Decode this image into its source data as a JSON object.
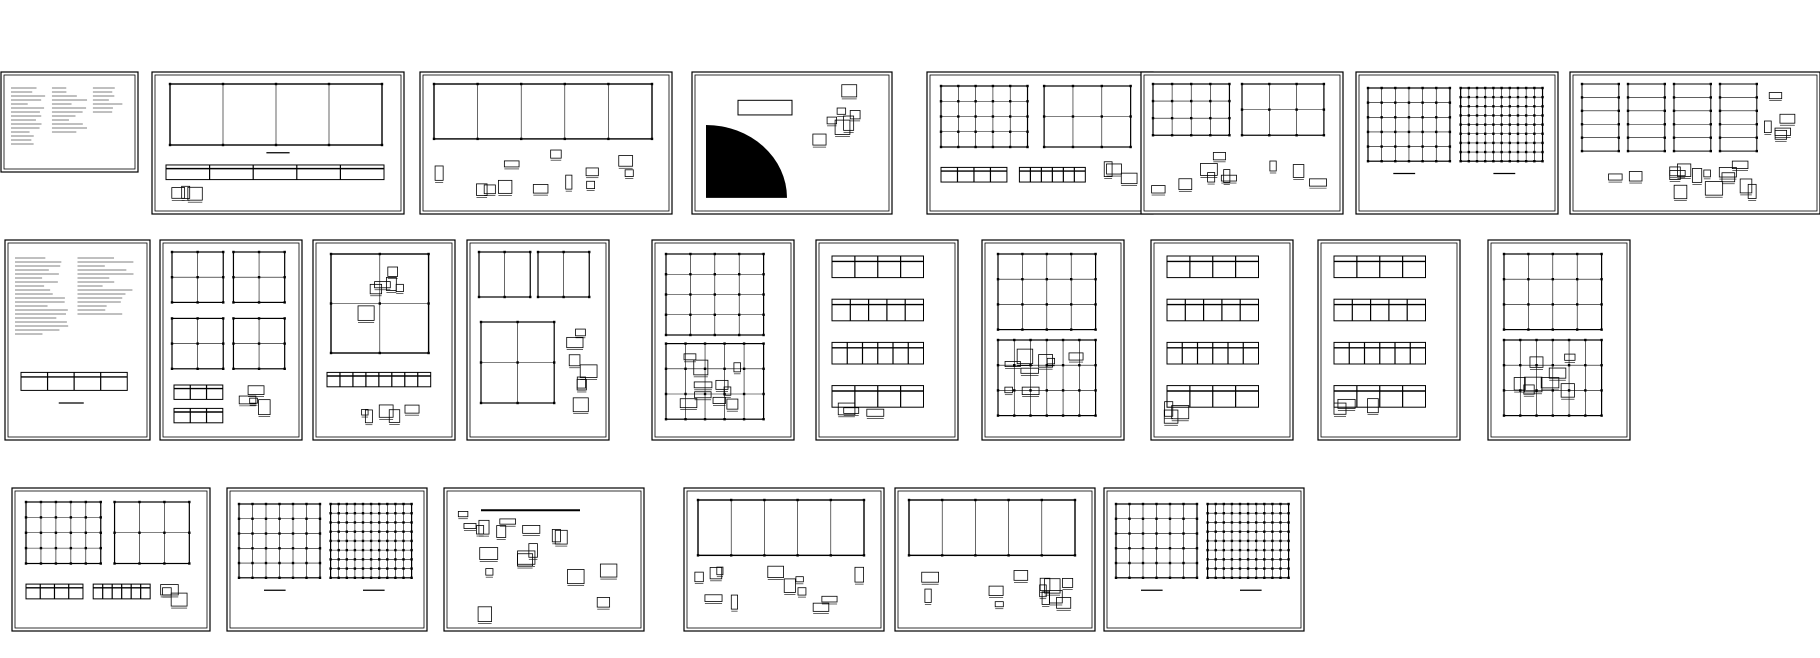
{
  "viewer": {
    "background": "#ffffff",
    "ink": "#000000"
  },
  "sheets": [
    {
      "id": 1,
      "kind": "notes-landscape"
    },
    {
      "id": 2,
      "kind": "plan-elevation"
    },
    {
      "id": 3,
      "kind": "plan-details"
    },
    {
      "id": 4,
      "kind": "quarter-section"
    },
    {
      "id": 5,
      "kind": "twin-plan"
    },
    {
      "id": 6,
      "kind": "twin-plan-details"
    },
    {
      "id": 7,
      "kind": "grid-plans"
    },
    {
      "id": 8,
      "kind": "multi-detail"
    },
    {
      "id": 9,
      "kind": "notes-portrait"
    },
    {
      "id": 10,
      "kind": "quad-plan"
    },
    {
      "id": 11,
      "kind": "column-plan"
    },
    {
      "id": 12,
      "kind": "mixed-plan"
    },
    {
      "id": 13,
      "kind": "dense-plan"
    },
    {
      "id": 14,
      "kind": "elevation-stack"
    },
    {
      "id": 15,
      "kind": "room-plan"
    },
    {
      "id": 16,
      "kind": "elevation-stack"
    },
    {
      "id": 17,
      "kind": "elevation-stack"
    },
    {
      "id": 18,
      "kind": "room-plan"
    },
    {
      "id": 19,
      "kind": "twin-plan"
    },
    {
      "id": 20,
      "kind": "grid-plans"
    },
    {
      "id": 21,
      "kind": "detail-set"
    },
    {
      "id": 22,
      "kind": "plan-details"
    },
    {
      "id": 23,
      "kind": "plan-details"
    },
    {
      "id": 24,
      "kind": "grid-plans"
    }
  ]
}
